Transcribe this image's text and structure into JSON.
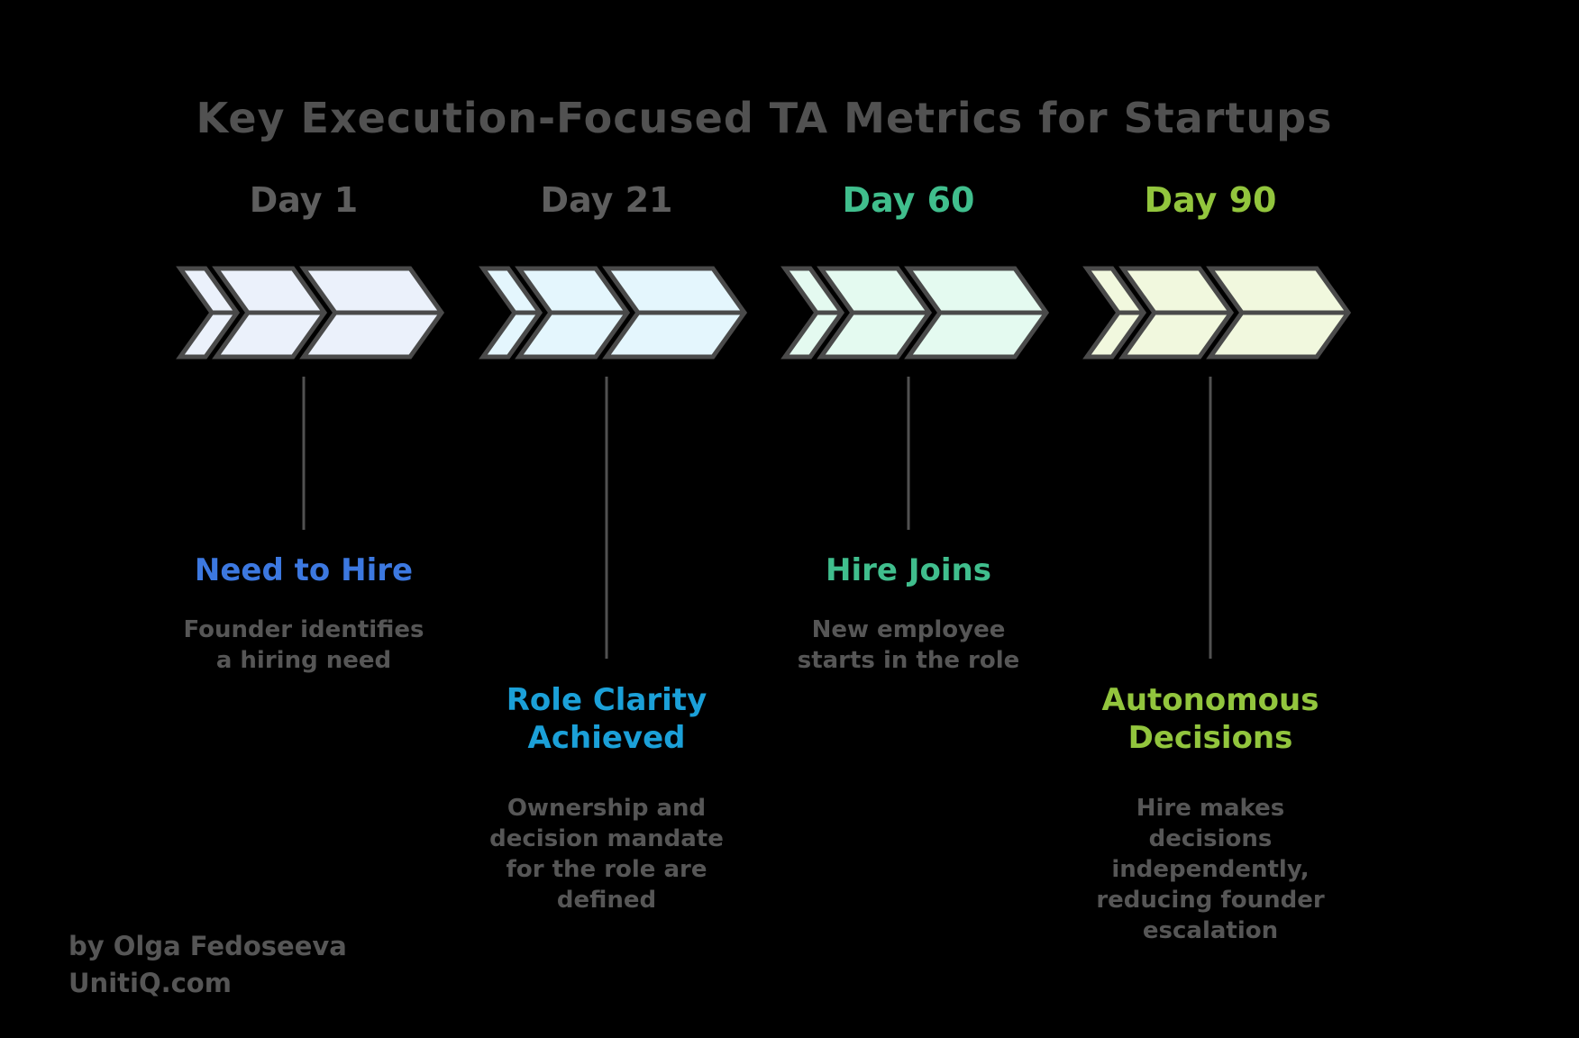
{
  "header": {
    "title": "Key Execution-Focused TA Metrics for Startups"
  },
  "milestones": [
    {
      "day": "Day 1",
      "day_color": "#5E5E5E",
      "chevron_fill": "#EBF1FB",
      "title": "Need to Hire",
      "title_color": "#3C78E0",
      "description": "Founder identifies a hiring need"
    },
    {
      "day": "Day 21",
      "day_color": "#5E5E5E",
      "chevron_fill": "#E4F6FD",
      "title": "Role Clarity Achieved",
      "title_color": "#1BA0D8",
      "description": "Ownership and decision mandate for the role are defined"
    },
    {
      "day": "Day 60",
      "day_color": "#40BE8D",
      "chevron_fill": "#E4FAF0",
      "title": "Hire Joins",
      "title_color": "#40BE8D",
      "description": "New employee starts in the role"
    },
    {
      "day": "Day 90",
      "day_color": "#92C53D",
      "chevron_fill": "#F1F8DE",
      "title": "Autonomous Decisions",
      "title_color": "#92C53D",
      "description": "Hire makes decisions independently, reducing founder escalation"
    }
  ],
  "footer": {
    "byline": "by Olga Fedoseeva",
    "website": "UnitiQ.com"
  },
  "colors": {
    "background": "#000000",
    "chevron_stroke": "#4A4A4A",
    "connector_line": "#515151",
    "title_text": "#515151",
    "muted_text": "#565656"
  }
}
